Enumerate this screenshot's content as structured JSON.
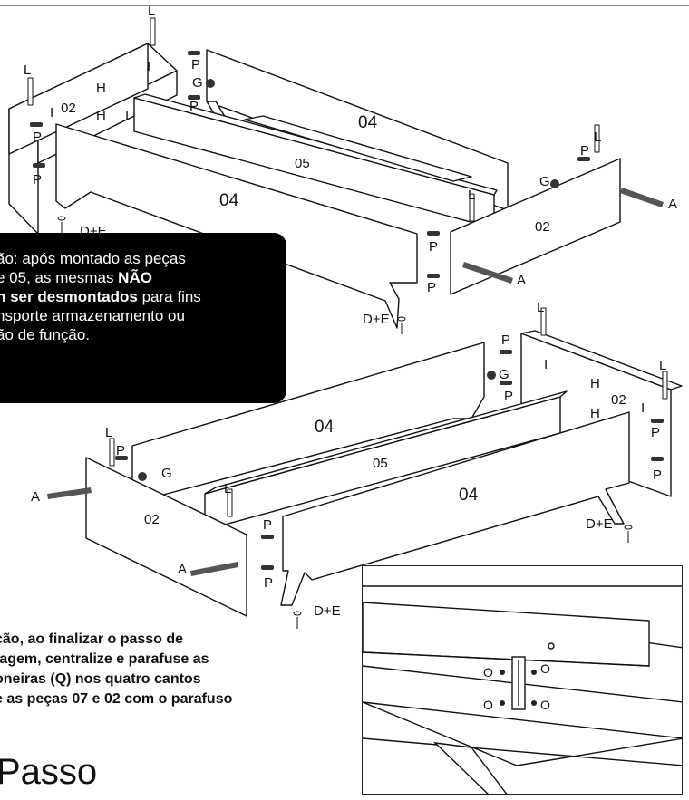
{
  "labels": {
    "L": "L",
    "P": "P",
    "G": "G",
    "H": "H",
    "I": "I",
    "A": "A",
    "O": "O",
    "DE": "D+E",
    "part02": "02",
    "part04": "04",
    "part05": "05"
  },
  "notice": {
    "line1": "ão: após montado as peças",
    "line2_plain": " e 05, as mesmas ",
    "line2_bold": "NÃO",
    "line3_bold": "n ser desmontados",
    "line3_plain": " para fins",
    "line4": "nsporte armazenamento ou",
    "line5": "ão de função."
  },
  "bottom_note": {
    "line1": "ção, ao finalizar o passo de",
    "line2": "tagem, centralize e  parafuse as",
    "line3": "oneiras (Q) nos quatro cantos",
    "line4": "e as peças 07 e 02 com o parafuso"
  },
  "step_title": "Passo",
  "colors": {
    "line": "#111111",
    "panel": "#ffffff",
    "screw": "#555555",
    "notice_bg": "#000000"
  }
}
